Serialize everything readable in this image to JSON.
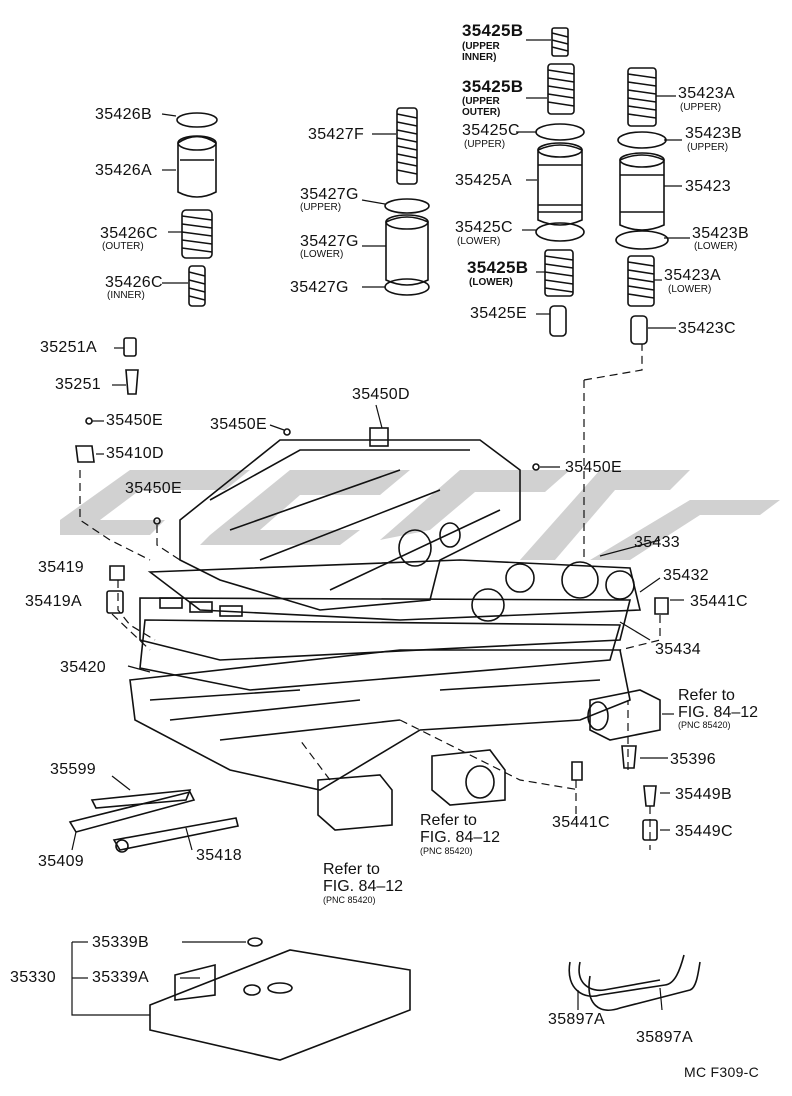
{
  "parts": {
    "p35426B": "35426B",
    "p35426A": "35426A",
    "p35426C_outer": "35426C",
    "p35426C_outer_sub": "(OUTER)",
    "p35426C_inner": "35426C",
    "p35426C_inner_sub": "(INNER)",
    "p35427F": "35427F",
    "p35427G_upper": "35427G",
    "p35427G_upper_sub": "(UPPER)",
    "p35427G_lower": "35427G",
    "p35427G_lower_sub": "(LOWER)",
    "p35427G": "35427G",
    "p35425B_upper_inner": "35425B",
    "p35425B_upper_inner_sub1": "(UPPER",
    "p35425B_upper_inner_sub2": "INNER)",
    "p35425B_upper_outer": "35425B",
    "p35425B_upper_outer_sub1": "(UPPER",
    "p35425B_upper_outer_sub2": "OUTER)",
    "p35425C_upper": "35425C",
    "p35425C_upper_sub": "(UPPER)",
    "p35425A": "35425A",
    "p35425C_lower": "35425C",
    "p35425C_lower_sub": "(LOWER)",
    "p35425B_lower": "35425B",
    "p35425B_lower_sub": "(LOWER)",
    "p35425E": "35425E",
    "p35423A_upper": "35423A",
    "p35423A_upper_sub": "(UPPER)",
    "p35423B_upper": "35423B",
    "p35423B_upper_sub": "(UPPER)",
    "p35423": "35423",
    "p35423B_lower": "35423B",
    "p35423B_lower_sub": "(LOWER)",
    "p35423A_lower": "35423A",
    "p35423A_lower_sub": "(LOWER)",
    "p35423C": "35423C",
    "p35251A": "35251A",
    "p35251": "35251",
    "p35450E_a": "35450E",
    "p35410D": "35410D",
    "p35450E_b": "35450E",
    "p35450D": "35450D",
    "p35450E_c": "35450E",
    "p35450E_d": "35450E",
    "p35419": "35419",
    "p35419A": "35419A",
    "p35420": "35420",
    "p35433": "35433",
    "p35432": "35432",
    "p35441C_a": "35441C",
    "p35434": "35434",
    "p35396": "35396",
    "p35449B": "35449B",
    "p35449C": "35449C",
    "p35441C_b": "35441C",
    "p35599": "35599",
    "p35409": "35409",
    "p35418": "35418",
    "p35339B": "35339B",
    "p35330": "35330",
    "p35339A": "35339A",
    "p35897A_a": "35897A",
    "p35897A_b": "35897A"
  },
  "refs": {
    "ref1_line1": "Refer to",
    "ref1_line2": "FIG. 84–12",
    "ref1_pnc": "(PNC 85420)",
    "ref2_line1": "Refer to",
    "ref2_line2": "FIG. 84–12",
    "ref2_pnc": "(PNC 85420)",
    "ref3_line1": "Refer to",
    "ref3_line2": "FIG. 84–12",
    "ref3_pnc": "(PNC 85420)"
  },
  "figure_code": "MC F309-C",
  "colors": {
    "ink": "#111111",
    "watermark": "#c8c8c8"
  }
}
